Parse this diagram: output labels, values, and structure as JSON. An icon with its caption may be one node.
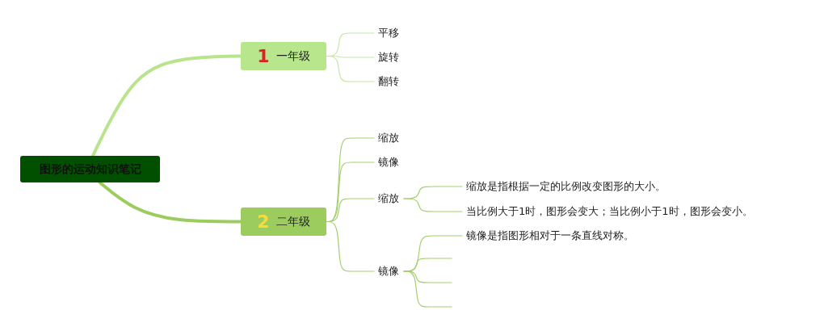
{
  "diagram": {
    "nodes": [
      {
        "text": [
          "图形的运动知识笔记"
        ]
      },
      {
        "text": [
          "1",
          "一年级"
        ]
      },
      {
        "text": [
          "2",
          "二年级"
        ]
      },
      {
        "text": [
          "平移"
        ]
      },
      {
        "text": [
          "旋转"
        ]
      },
      {
        "text": [
          "翻转"
        ]
      },
      {
        "text": [
          "缩放"
        ]
      },
      {
        "text": [
          "镜像"
        ]
      },
      {
        "text": [
          "缩放"
        ]
      },
      {
        "text": [
          "镜像"
        ]
      },
      {
        "text": [
          "缩放是指根据一定的比例改变图形的大小。"
        ]
      },
      {
        "text": [
          "当比例大于1时，图形会变大；当比例小于1时，图形会变小。"
        ]
      },
      {
        "text": [
          "镜像是指图形相对于一条直线对称。"
        ]
      }
    ],
    "edges": [
      {
        "from": 0,
        "to": 1,
        "arrow": "none",
        "style": "thick",
        "color": "#b8e48c"
      },
      {
        "from": 0,
        "to": 2,
        "arrow": "none",
        "style": "thick",
        "color": "#9ccc5e"
      },
      {
        "from": 1,
        "to": 3,
        "arrow": "none",
        "color": "#c8e6a8"
      },
      {
        "from": 1,
        "to": 4,
        "arrow": "none",
        "color": "#c8e6a8"
      },
      {
        "from": 1,
        "to": 5,
        "arrow": "none",
        "color": "#c8e6a8"
      },
      {
        "from": 2,
        "to": 6,
        "arrow": "none"
      },
      {
        "from": 2,
        "to": 7,
        "arrow": "none"
      },
      {
        "from": 2,
        "to": 8,
        "arrow": "none"
      },
      {
        "from": 2,
        "to": 9,
        "arrow": "none"
      },
      {
        "from": 8,
        "to": 10,
        "arrow": "none"
      },
      {
        "from": 8,
        "to": 11,
        "arrow": "none"
      },
      {
        "from": 9,
        "to": 12,
        "arrow": "none"
      },
      {
        "from": 9,
        "to": null,
        "arrow": "none"
      },
      {
        "from": 9,
        "to": null,
        "arrow": "none"
      },
      {
        "from": 9,
        "to": null,
        "arrow": "none"
      }
    ]
  }
}
